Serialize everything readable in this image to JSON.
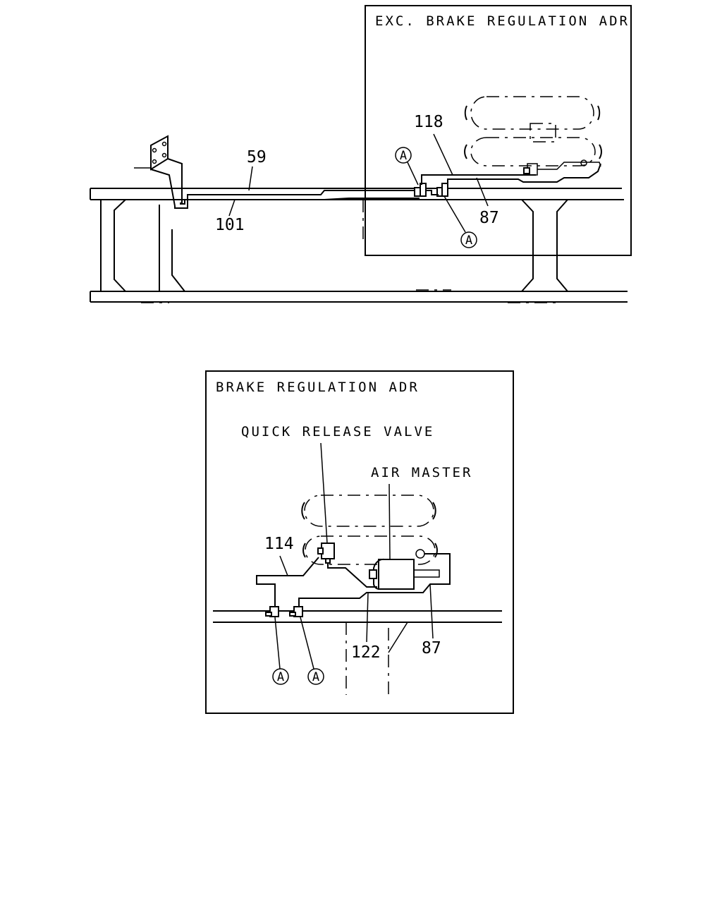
{
  "top_view": {
    "inset_title": "EXC. BRAKE REGULATION ADR",
    "callouts": {
      "c59": "59",
      "c101": "101",
      "c118": "118",
      "c87": "87"
    },
    "circle_markers": [
      "A",
      "A"
    ]
  },
  "bottom_view": {
    "inset_title": "BRAKE REGULATION ADR",
    "labels": {
      "quick_release_valve": "QUICK RELEASE VALVE",
      "air_master": "AIR MASTER"
    },
    "callouts": {
      "c114": "114",
      "c122": "122",
      "c87": "87"
    },
    "circle_markers": [
      "A",
      "A"
    ]
  }
}
